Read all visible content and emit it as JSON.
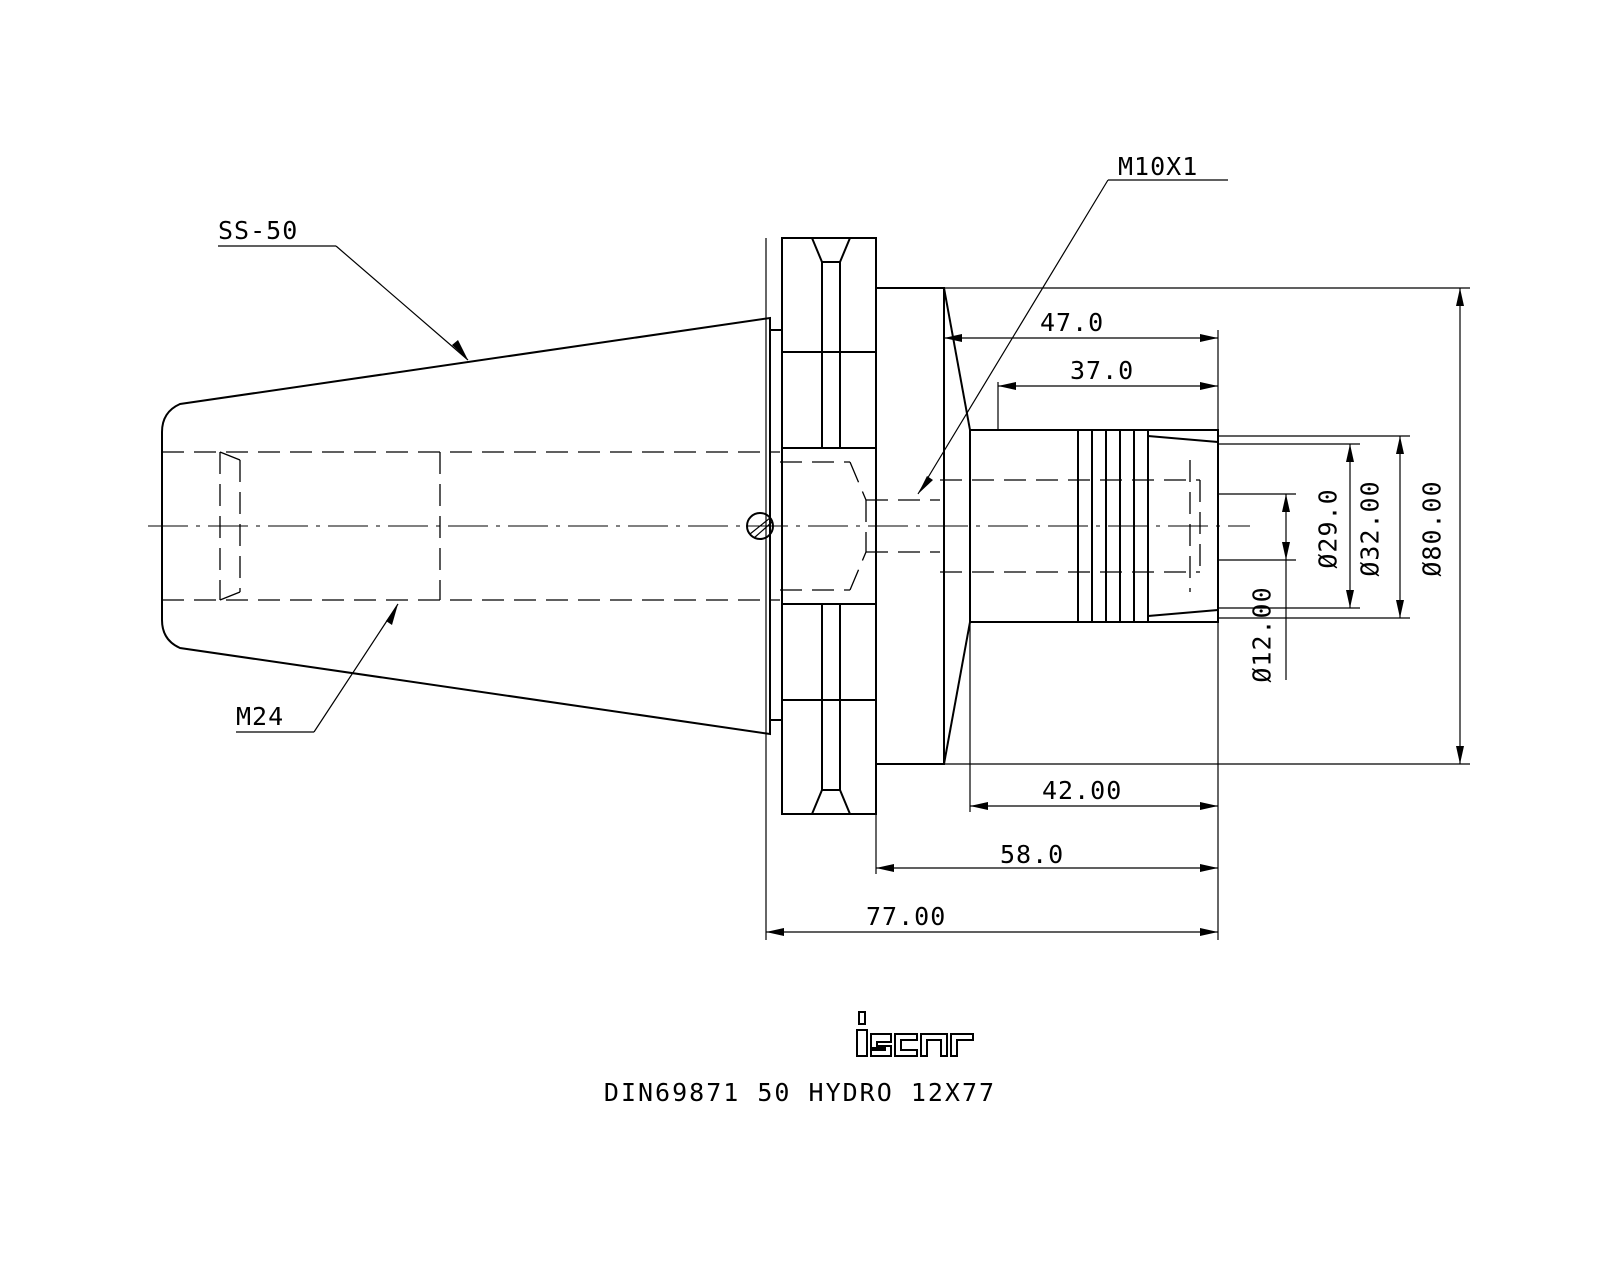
{
  "labels": {
    "taper": "SS-50",
    "thread_top": "M10X1",
    "thread_bottom": "M24"
  },
  "dimensions": {
    "d47": "47.0",
    "d37": "37.0",
    "d42": "42.00",
    "d58": "58.0",
    "d77": "77.00",
    "dia29": "Ø29.0",
    "dia32": "Ø32.00",
    "dia80": "Ø80.00",
    "dia12": "Ø12.00"
  },
  "footer": {
    "brand": "iscar",
    "title": "DIN69871 50 HYDRO 12X77"
  }
}
